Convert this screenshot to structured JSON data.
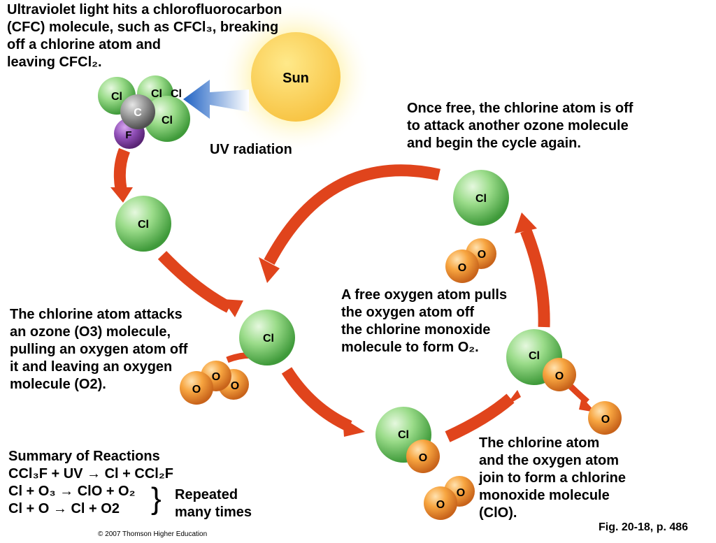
{
  "sun": {
    "label": "Sun",
    "color": "#fdd45a"
  },
  "uv_label": "UV radiation",
  "atoms": {
    "chlorine": "Cl",
    "carbon": "C",
    "fluorine": "F",
    "oxygen": "O"
  },
  "colors": {
    "chlorine": "#7fcf6f",
    "oxygen": "#f39a2d",
    "carbon": "#8a8a8a",
    "fluorine": "#8a3fa8",
    "red_arrow": "#e0441c",
    "uv_arrow": "#2a6fd0"
  },
  "captions": {
    "step1": [
      "Ultraviolet light hits a chlorofluorocarbon",
      "(CFC) molecule, such as CFCl₃, breaking",
      "off a chlorine atom and",
      "leaving CFCl₂."
    ],
    "step2": [
      "The chlorine atom attacks",
      "an ozone (O3) molecule,",
      "pulling an oxygen atom off",
      "it and leaving an oxygen",
      "molecule (O2)."
    ],
    "step3": [
      "The chlorine atom",
      "and the oxygen atom",
      "join to form a chlorine",
      "monoxide molecule",
      "(ClO)."
    ],
    "step4": [
      "A free oxygen atom pulls",
      "the oxygen atom off",
      "the chlorine monoxide",
      "molecule to form O₂."
    ],
    "step5": [
      "Once free, the chlorine atom is off",
      "to attack another ozone molecule",
      "and begin the cycle again."
    ]
  },
  "summary": {
    "title": "Summary of Reactions",
    "reactions": [
      "CCl₃F + UV → Cl + CCl₂F",
      "Cl + O₃ → ClO + O₂",
      "Cl + O → Cl + O2"
    ],
    "repeated": [
      "Repeated",
      "many times"
    ]
  },
  "copyright": "© 2007 Thomson Higher Education",
  "figure_ref": "Fig. 20-18, p. 486"
}
